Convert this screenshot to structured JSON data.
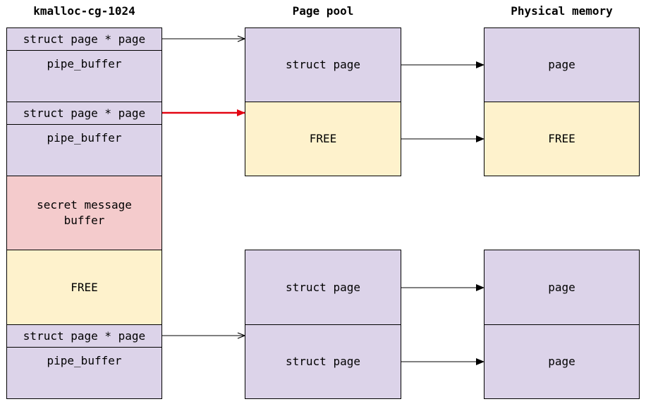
{
  "titles": {
    "kmalloc": "kmalloc-cg-1024",
    "pool": "Page pool",
    "physical": "Physical memory"
  },
  "kmalloc": {
    "pointer_1": "struct page * page",
    "pipe_buffer_1": "pipe_buffer",
    "pointer_2": "struct page * page",
    "pipe_buffer_2": "pipe_buffer",
    "secret": "secret message\nbuffer",
    "free": "FREE",
    "pointer_3": "struct page * page",
    "pipe_buffer_3": "pipe_buffer"
  },
  "pool": {
    "struct_page_1": "struct page",
    "free": "FREE",
    "struct_page_2": "struct page",
    "struct_page_3": "struct page"
  },
  "physical": {
    "page_1": "page",
    "free": "FREE",
    "page_2": "page",
    "page_3": "page"
  },
  "colors": {
    "allocated": "#dcd3e9",
    "free": "#fef2cc",
    "secret": "#f4cbcc",
    "highlight_arrow": "#e30613",
    "arrow": "#000000"
  }
}
